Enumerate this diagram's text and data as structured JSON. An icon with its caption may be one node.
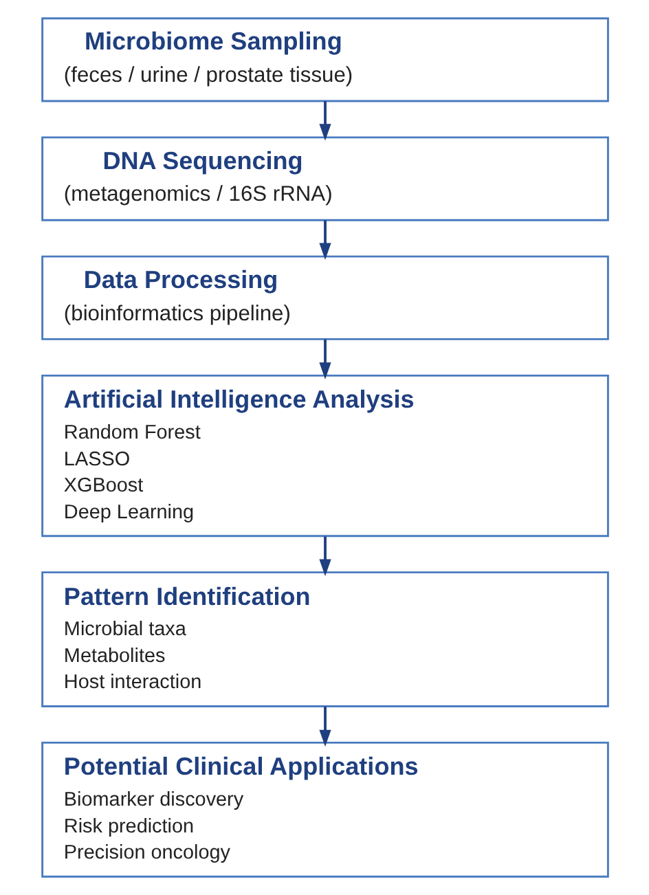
{
  "diagram": {
    "nodes": [
      {
        "text": [
          "Microbiome Sampling",
          "(feces / urine / prostate tissue)"
        ]
      },
      {
        "text": [
          "DNA Sequencing",
          "(metagenomics / 16S rRNA)"
        ]
      },
      {
        "text": [
          "Data Processing",
          "(bioinformatics pipeline)"
        ]
      },
      {
        "text": [
          "Artificial Intelligence Analysis",
          "Random Forest",
          "LASSO",
          "XGBoost",
          "Deep Learning"
        ]
      },
      {
        "text": [
          "Pattern Identification",
          "Microbial taxa",
          "Metabolites",
          "Host interaction"
        ]
      },
      {
        "text": [
          "Potential Clinical Applications",
          "Biomarker discovery",
          "Risk prediction",
          "Precision oncology"
        ]
      }
    ],
    "edges": [
      {
        "from": 0,
        "to": 1,
        "arrow": "to"
      },
      {
        "from": 1,
        "to": 2,
        "arrow": "to"
      },
      {
        "from": 2,
        "to": 3,
        "arrow": "to"
      },
      {
        "from": 3,
        "to": 4,
        "arrow": "to"
      },
      {
        "from": 4,
        "to": 5,
        "arrow": "to"
      }
    ]
  }
}
